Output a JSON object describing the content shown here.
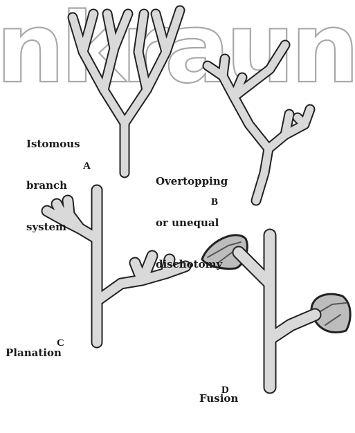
{
  "watermark": {
    "text": "nkraun",
    "color": "#9a9a9a"
  },
  "colors": {
    "stem_fill": "#d9d9d9",
    "stem_stroke": "#222222",
    "web_fill": "#bdbdbd"
  },
  "panels": [
    {
      "letter": "A",
      "caption_lines": [
        "Istomous",
        "branch",
        "system"
      ]
    },
    {
      "letter": "B",
      "caption_lines": [
        "Overtopping",
        "or unequal",
        "dischotomy"
      ]
    },
    {
      "letter": "C",
      "caption_lines": [
        "Planation"
      ]
    },
    {
      "letter": "D",
      "caption_lines": [
        "Fusion"
      ]
    }
  ]
}
